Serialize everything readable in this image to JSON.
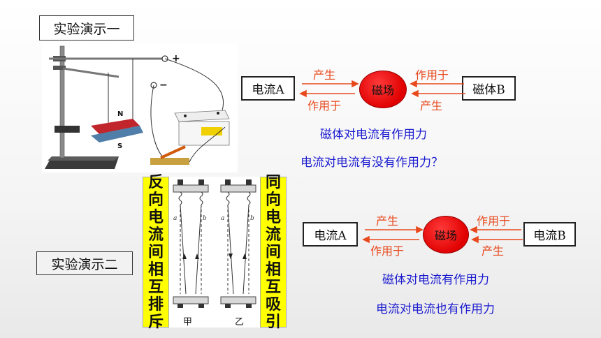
{
  "demo1": {
    "title": "实验演示一",
    "apparatus": {
      "terminal_plus": "+",
      "terminal_minus": "−",
      "magnet_n": "N",
      "magnet_s": "S"
    },
    "flow": {
      "left": "电流A",
      "center": "磁场",
      "right": "磁体B",
      "left_top": "产生",
      "left_bottom": "作用于",
      "right_top": "作用于",
      "right_bottom": "产生"
    },
    "line1": "磁体对电流有作用力",
    "line2": "电流对电流有没有作用力？"
  },
  "demo2": {
    "title": "实验演示二",
    "banner_left": [
      "反",
      "向",
      "电",
      "流",
      "间",
      "相",
      "互",
      "排",
      "斥"
    ],
    "banner_right": [
      "同",
      "向",
      "电",
      "流",
      "间",
      "相",
      "互",
      "吸",
      "引"
    ],
    "wire_labels": {
      "a1": "a",
      "b1": "b",
      "a2": "a",
      "b2": "b"
    },
    "caption_left": "甲",
    "caption_right": "乙",
    "flow": {
      "left": "电流A",
      "center": "磁场",
      "right": "电流B",
      "left_top": "产生",
      "left_bottom": "作用于",
      "right_top": "作用于",
      "right_bottom": "产生"
    },
    "line1": "磁体对电流有作用力",
    "line2": "电流对电流也有作用力"
  },
  "colors": {
    "arrow": "#e8491d",
    "blue_text": "#1a1ad0",
    "circle": "#e00000",
    "banner": "#ffff00"
  }
}
